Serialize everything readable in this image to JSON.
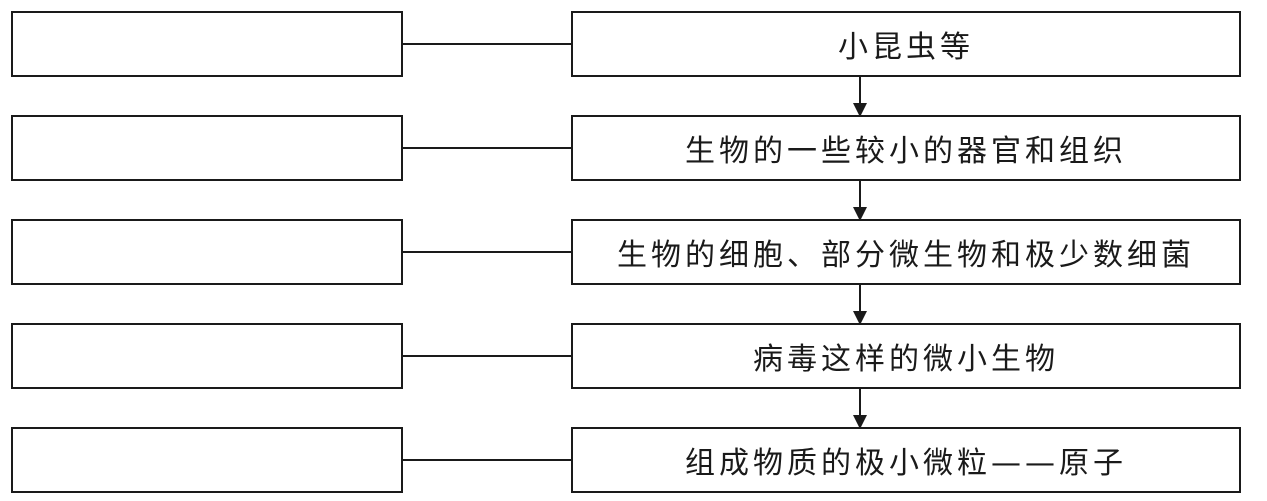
{
  "rows": [
    {
      "left_text": "",
      "right_text": "小昆虫等"
    },
    {
      "left_text": "",
      "right_text": "生物的一些较小的器官和组织"
    },
    {
      "left_text": "",
      "right_text": "生物的细胞、部分微生物和极少数细菌"
    },
    {
      "left_text": "",
      "right_text": "病毒这样的微小生物"
    },
    {
      "left_text": "",
      "right_text": "组成物质的极小微粒——原子"
    }
  ]
}
